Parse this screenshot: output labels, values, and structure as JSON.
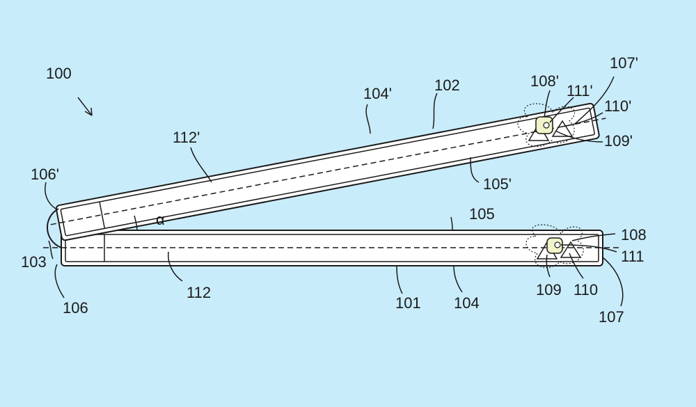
{
  "figure_number": "100",
  "angle_symbol": "α",
  "labels": {
    "l101": "101",
    "l102": "102",
    "l103": "103",
    "l104": "104",
    "l104p": "104'",
    "l105": "105",
    "l105p": "105'",
    "l106": "106",
    "l106p": "106'",
    "l107": "107",
    "l107p": "107'",
    "l108": "108",
    "l108p": "108'",
    "l109": "109",
    "l109p": "109'",
    "l110": "110",
    "l110p": "110'",
    "l111": "111",
    "l111p": "111'",
    "l112": "112",
    "l112p": "112'"
  },
  "colors": {
    "background": "#c9ecfa",
    "panel": "#ffffff",
    "line": "#1a1a1a",
    "sensor": "#f1f3c8"
  }
}
